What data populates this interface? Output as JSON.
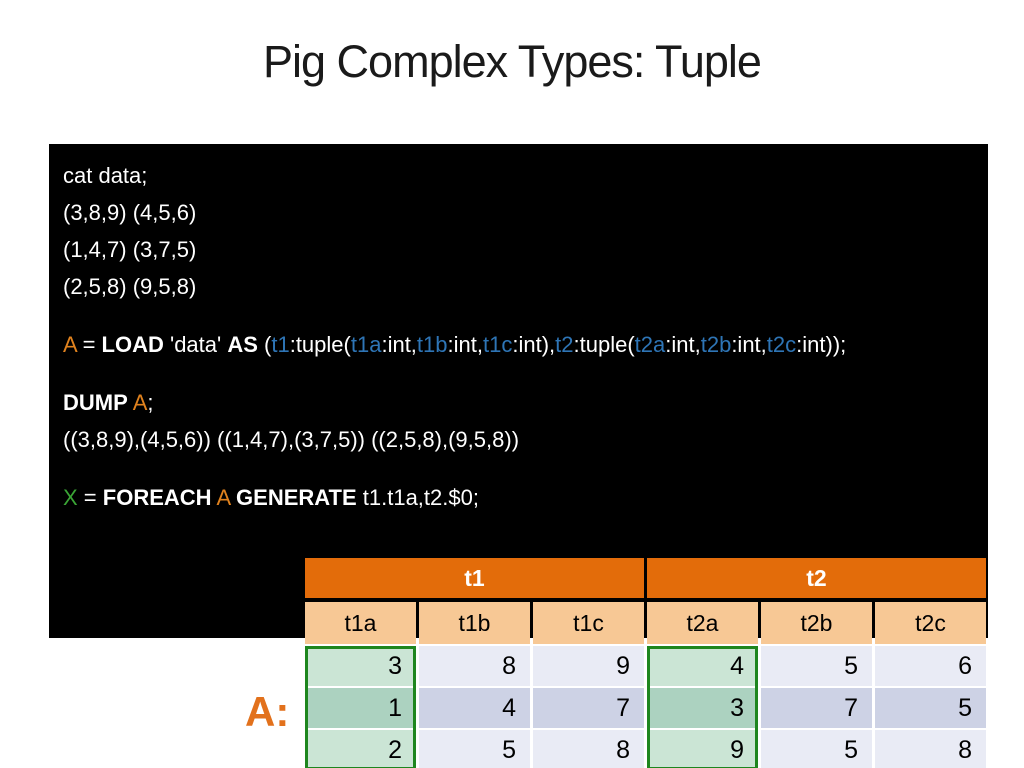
{
  "slide": {
    "title": "Pig Complex Types: Tuple",
    "result_label": "A:"
  },
  "colors": {
    "code_orange": "#E0821E",
    "code_green": "#3AA435",
    "code_blue": "#2E75B6",
    "label_orange": "#E2711C",
    "header_orange": "#E36C0A",
    "subheader_orange": "#F7C895",
    "row_light": "#E9EBF5",
    "row_dark": "#CDD2E5",
    "green_cell_light": "#CBE5D5",
    "green_cell_dark": "#ACD2C0",
    "green_border": "#1E861E"
  },
  "code_block": {
    "lines": [
      {
        "segments": [
          {
            "text": "cat data;"
          }
        ]
      },
      {
        "segments": [
          {
            "text": "(3,8,9) (4,5,6)"
          }
        ]
      },
      {
        "segments": [
          {
            "text": "(1,4,7) (3,7,5)"
          }
        ]
      },
      {
        "segments": [
          {
            "text": "(2,5,8) (9,5,8)"
          }
        ]
      },
      {
        "blank": true
      },
      {
        "segments": [
          {
            "text": "A",
            "color": "code_orange"
          },
          {
            "text": " = "
          },
          {
            "text": "LOAD",
            "bold": true
          },
          {
            "text": " 'data' "
          },
          {
            "text": "AS",
            "bold": true
          },
          {
            "text": " ("
          },
          {
            "text": "t1",
            "color": "code_blue"
          },
          {
            "text": ":tuple("
          },
          {
            "text": "t1a",
            "color": "code_blue"
          },
          {
            "text": ":int,"
          },
          {
            "text": "t1b",
            "color": "code_blue"
          },
          {
            "text": ":int,"
          },
          {
            "text": "t1c",
            "color": "code_blue"
          },
          {
            "text": ":int),"
          },
          {
            "text": "t2",
            "color": "code_blue"
          },
          {
            "text": ":tuple("
          },
          {
            "text": "t2a",
            "color": "code_blue"
          },
          {
            "text": ":int,"
          },
          {
            "text": "t2b",
            "color": "code_blue"
          },
          {
            "text": ":int,"
          },
          {
            "text": "t2c",
            "color": "code_blue"
          },
          {
            "text": ":int));"
          }
        ]
      },
      {
        "blank": true
      },
      {
        "segments": [
          {
            "text": "DUMP",
            "bold": true
          },
          {
            "text": " "
          },
          {
            "text": "A",
            "color": "code_orange"
          },
          {
            "text": ";"
          }
        ]
      },
      {
        "segments": [
          {
            "text": "((3,8,9),(4,5,6)) ((1,4,7),(3,7,5)) ((2,5,8),(9,5,8))"
          }
        ]
      },
      {
        "blank": true
      },
      {
        "segments": [
          {
            "text": "X",
            "color": "code_green"
          },
          {
            "text": " = "
          },
          {
            "text": "FOREACH",
            "bold": true
          },
          {
            "text": " "
          },
          {
            "text": "A",
            "color": "code_orange"
          },
          {
            "text": " "
          },
          {
            "text": "GENERATE",
            "bold": true
          },
          {
            "text": " t1.t1a,t2.$0;"
          }
        ]
      }
    ]
  },
  "table": {
    "group_headers": [
      {
        "label": "t1",
        "span": 3
      },
      {
        "label": "t2",
        "span": 3
      }
    ],
    "column_headers": [
      "t1a",
      "t1b",
      "t1c",
      "t2a",
      "t2b",
      "t2c"
    ],
    "rows": [
      [
        3,
        8,
        9,
        4,
        5,
        6
      ],
      [
        1,
        4,
        7,
        3,
        7,
        5
      ],
      [
        2,
        5,
        8,
        9,
        5,
        8
      ]
    ],
    "highlighted_columns": [
      0,
      3
    ]
  }
}
